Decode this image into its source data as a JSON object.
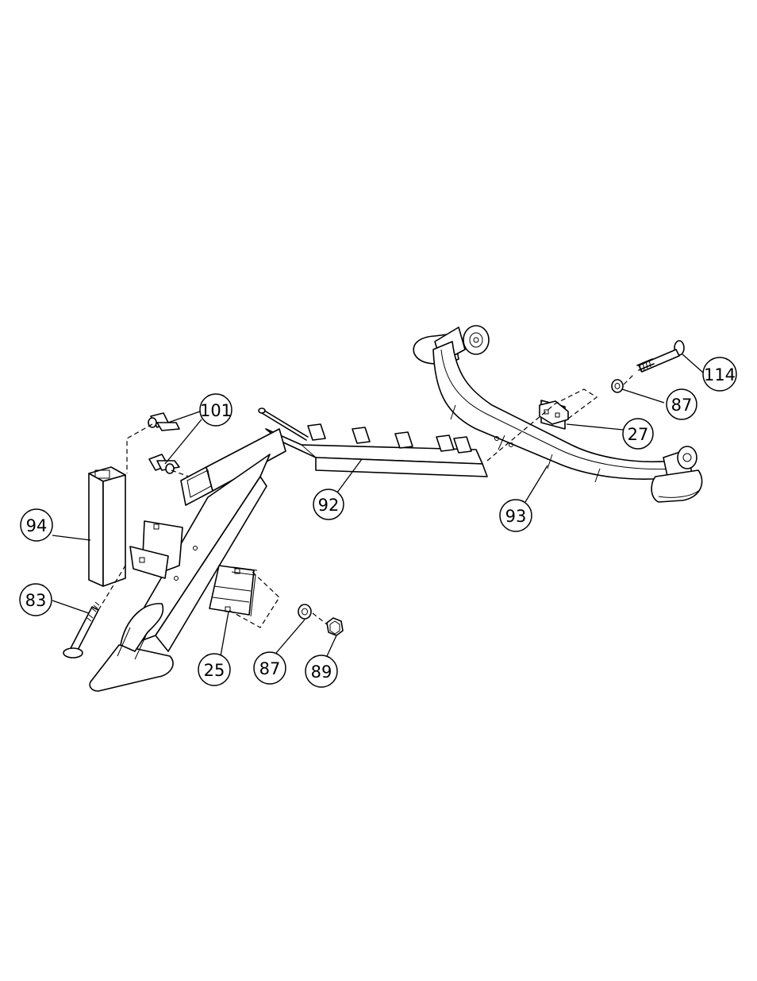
{
  "callouts": {
    "p101": "101",
    "p114": "114",
    "p87a": "87",
    "p27": "27",
    "p92": "92",
    "p93": "93",
    "p94": "94",
    "p83": "83",
    "p25": "25",
    "p87b": "87",
    "p89": "89"
  }
}
